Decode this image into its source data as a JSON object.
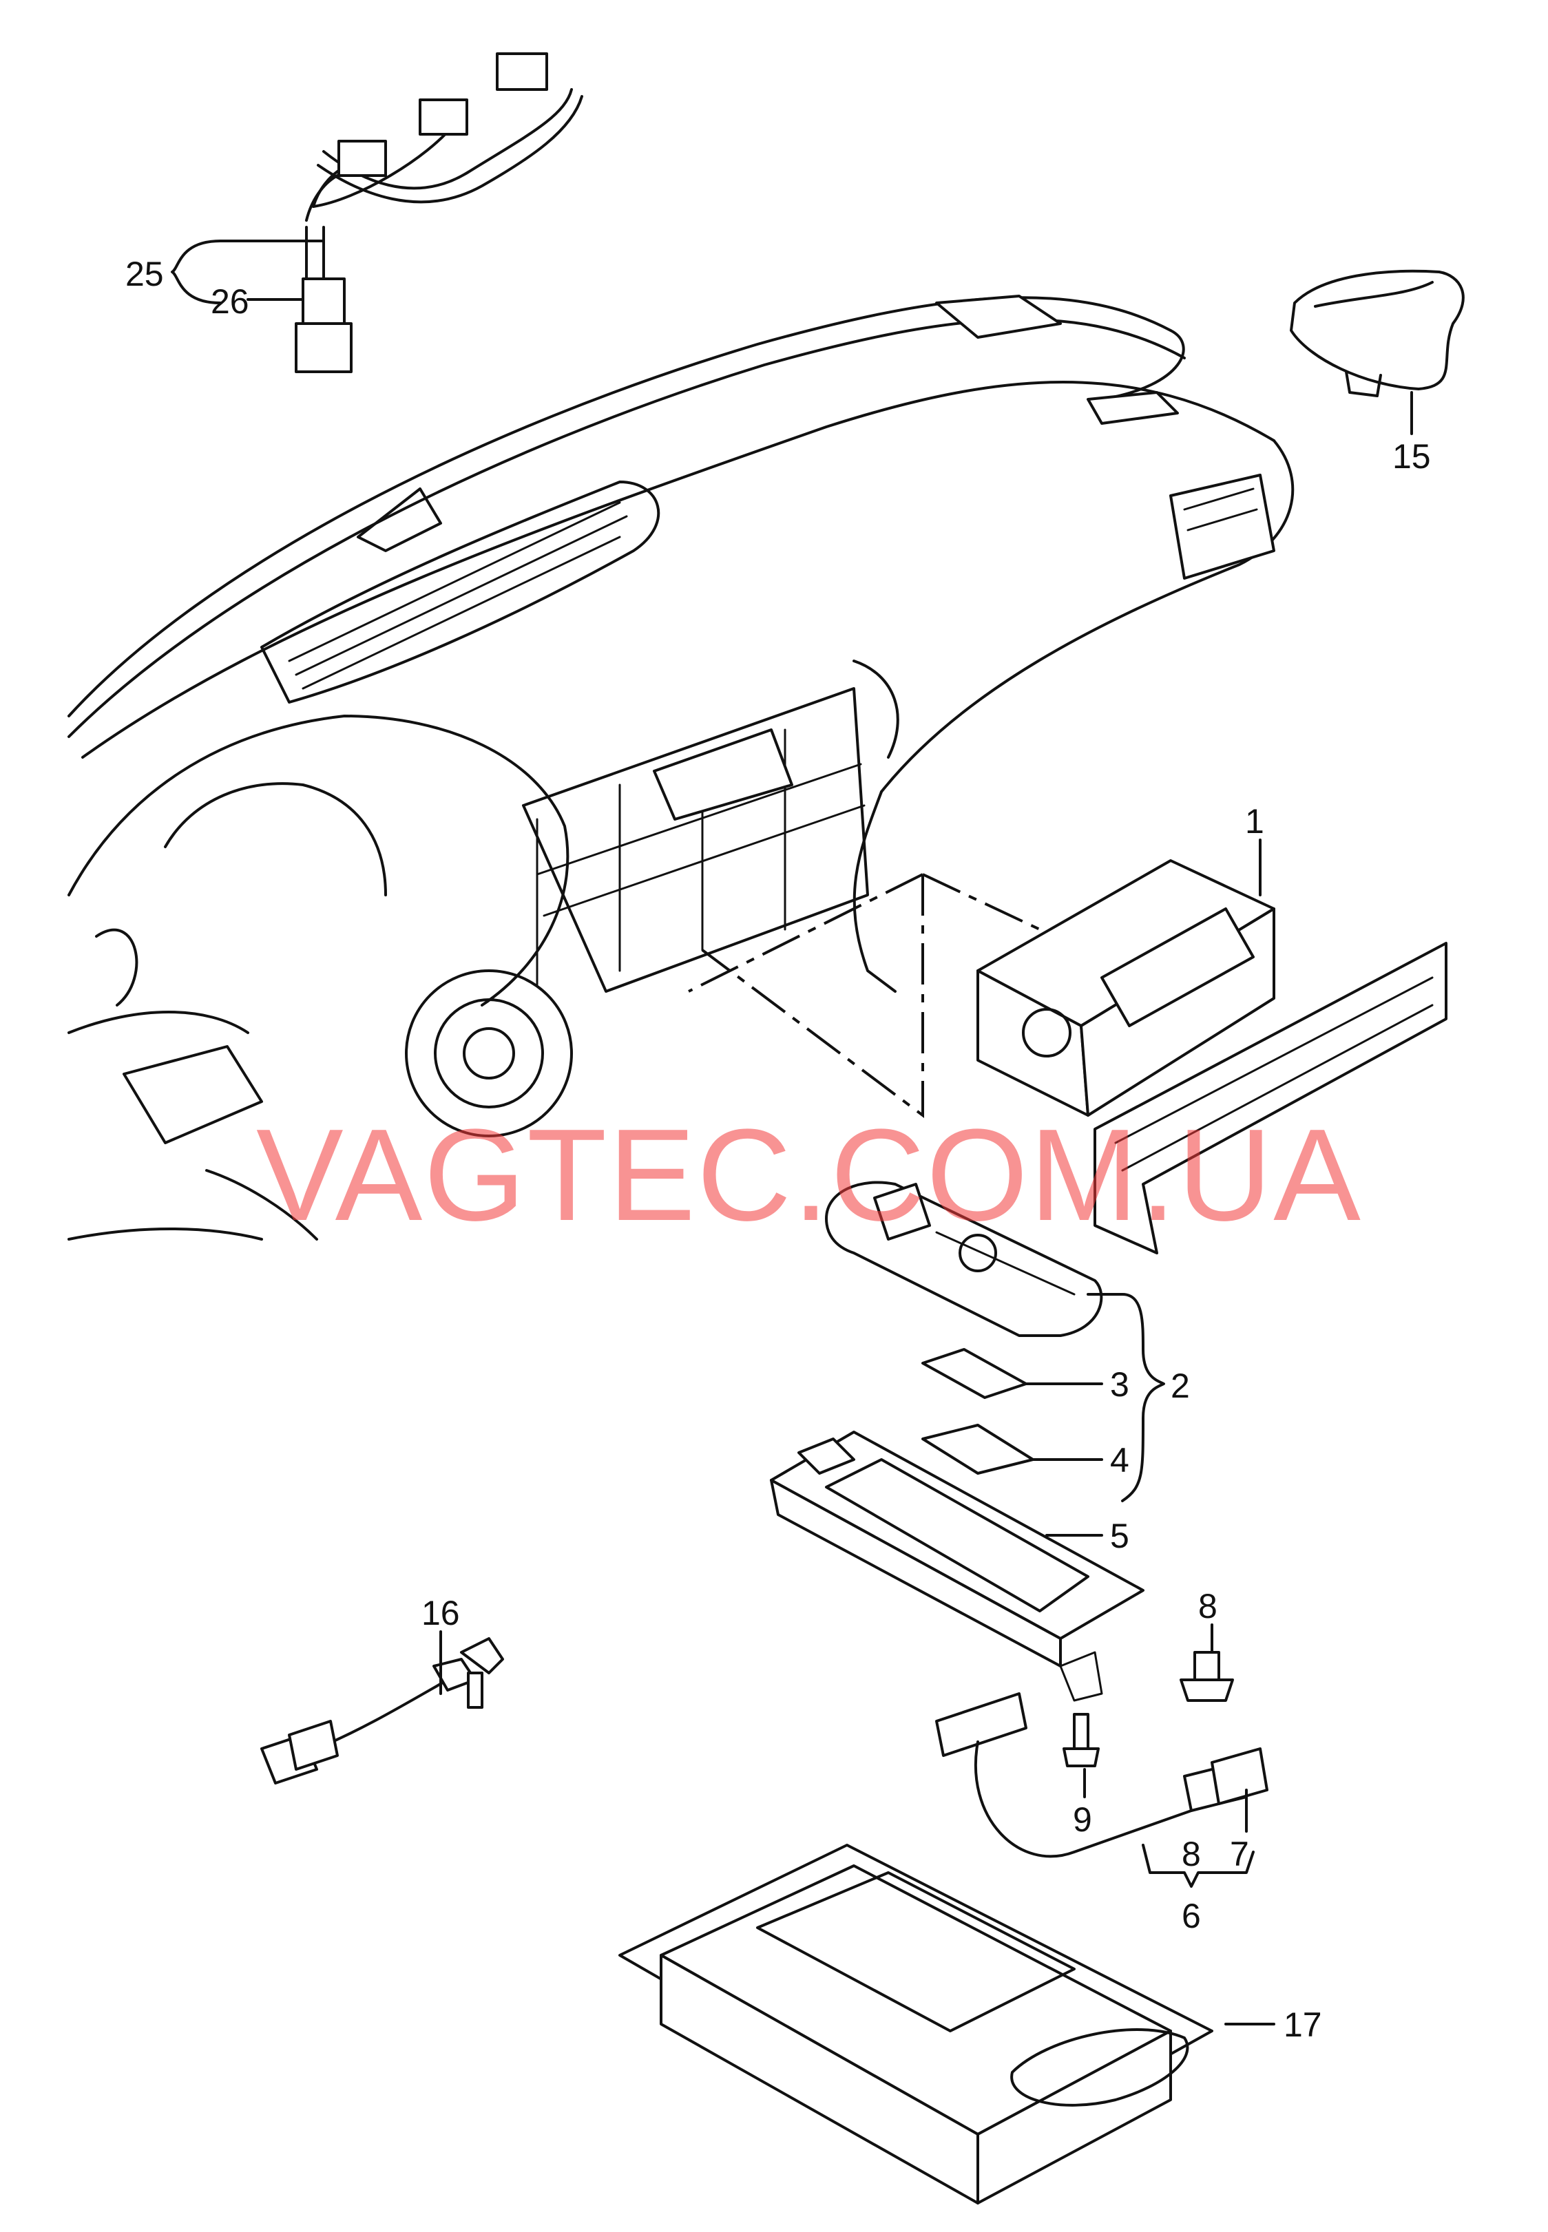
{
  "watermark": "VAGTEC.COM.UA",
  "callouts": {
    "p1": "1",
    "p2": "2",
    "p3": "3",
    "p4": "4",
    "p5": "5",
    "p6": "6",
    "p7": "7",
    "p8a": "8",
    "p8b": "8",
    "p9": "9",
    "p15": "15",
    "p16": "16",
    "p17": "17",
    "p25": "25",
    "p26": "26"
  },
  "colors": {
    "line": "#111111",
    "watermark": "#f23a3a",
    "background": "#ffffff"
  }
}
